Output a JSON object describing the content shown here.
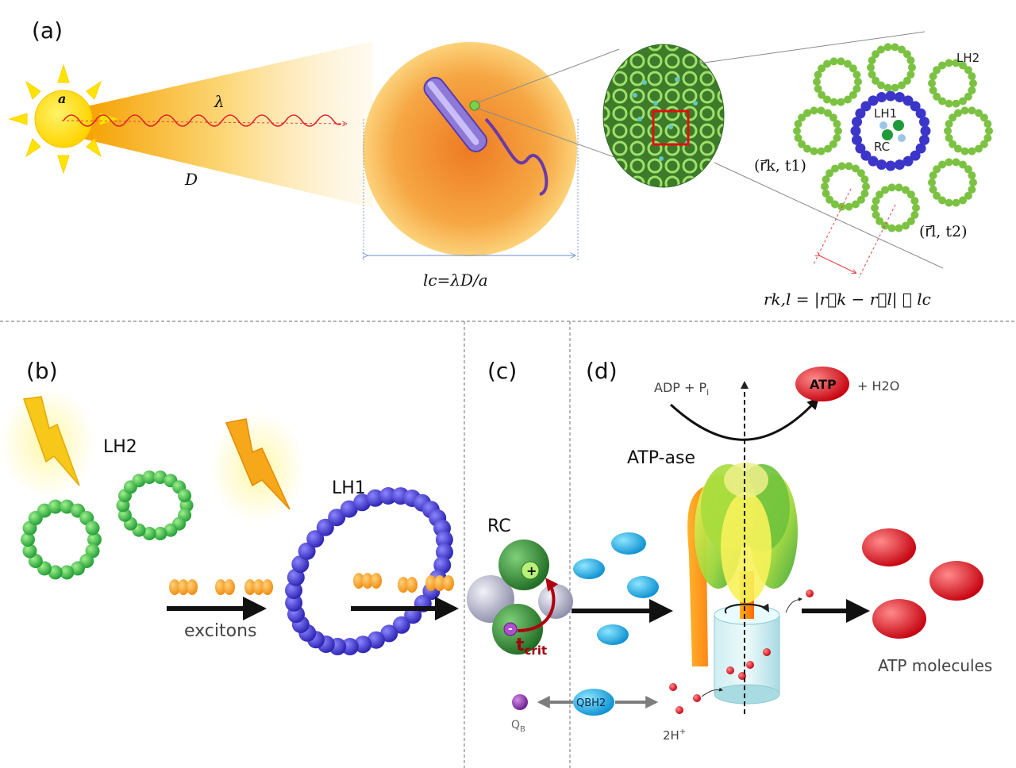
{
  "panels": {
    "a": "(a)",
    "b": "(b)",
    "c": "(c)",
    "d": "(d)"
  },
  "panel_a": {
    "sun_label": "a",
    "lambda_label": "λ",
    "distance_label": "D",
    "coherence_formula": "lc=λD/a",
    "lh2_label": "LH2",
    "lh1_label": "LH1",
    "rc_label": "RC",
    "point_k": "(r⃗k, t1)",
    "point_l": "(r⃗l, t2)",
    "distance_formula": "rk,l = |r⃗k − r⃗l| ≪ lc"
  },
  "panel_b": {
    "lh2_label": "LH2",
    "lh1_label": "LH1",
    "excitons_label": "excitons"
  },
  "panel_c": {
    "rc_label": "RC",
    "plus": "+",
    "minus": "-",
    "tcrit": "t",
    "tcrit_sub": "crit",
    "qb_label": "Q",
    "qb_sub": "B",
    "qbh2_label": "QBH2"
  },
  "panel_d": {
    "adp_label": "ADP + P",
    "adp_sub": "i",
    "atp_label": "ATP",
    "h2o_label": "+ H2O",
    "atpase_label": "ATP-ase",
    "atp_molecules_label": "ATP molecules",
    "protons_label": "2H",
    "protons_sup": "+"
  },
  "colors": {
    "lh2_green": "#7cc242",
    "lh2_dark_green": "#2fa83a",
    "lh1_blue": "#3b36c9",
    "sun_yellow": "#ffe400",
    "disc_orange": "#f08a24",
    "atp_red": "#e01020",
    "qbh2_cyan": "#1aa8e0",
    "tcrit_red": "#a00010"
  }
}
